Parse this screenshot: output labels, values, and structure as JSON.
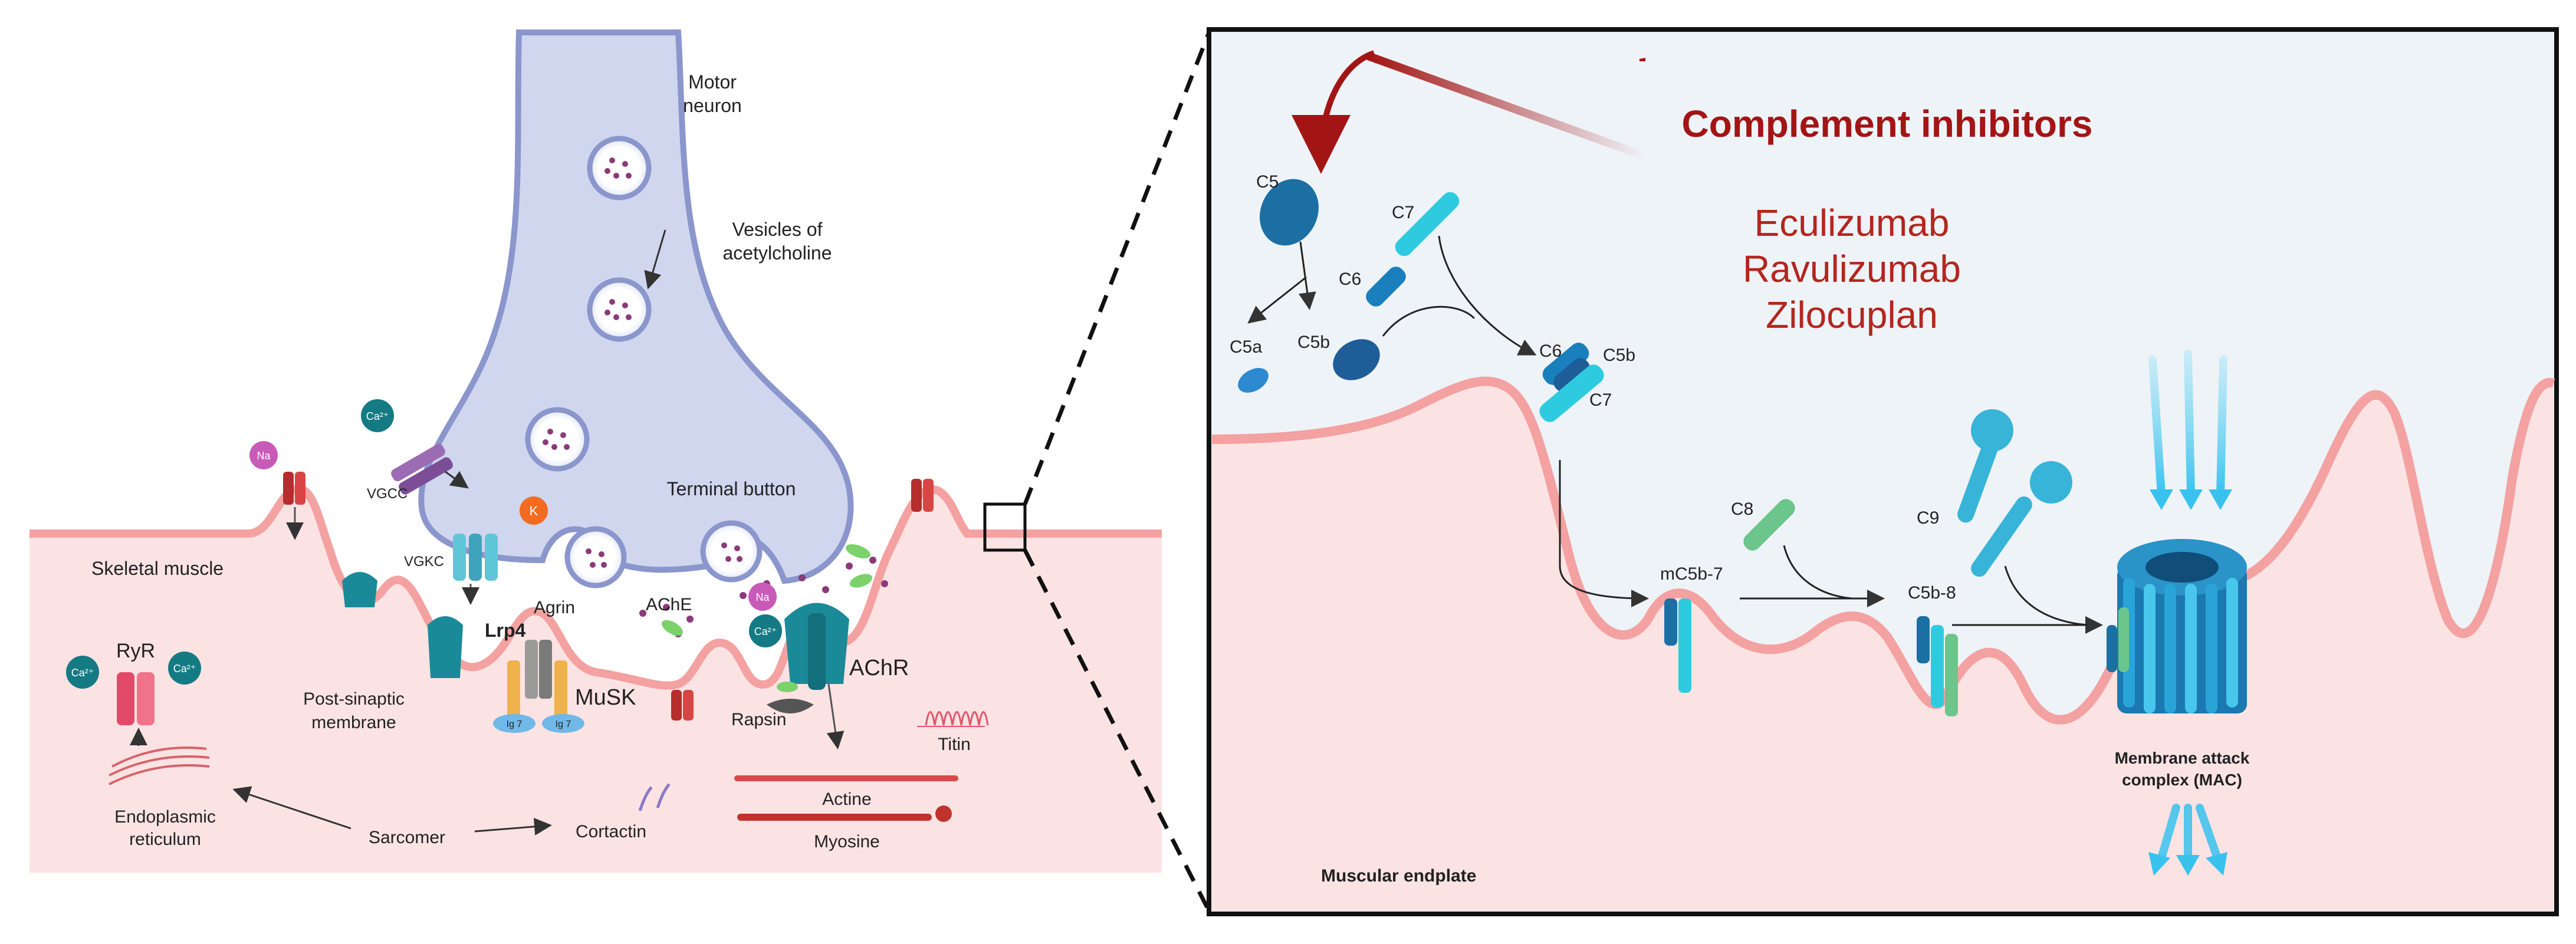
{
  "colors": {
    "muscle_fill": "#fce3e3",
    "membrane": "#f4a1a1",
    "neuron_fill": "#cfd6ee",
    "neuron_stroke": "#8a96cc",
    "panel_bg": "#eef3f8",
    "accent_red": "#a31515",
    "drug_red": "#b3261e",
    "teal": "#1a7f94",
    "cyan": "#4ec6e0",
    "green": "#6cc58a",
    "mac_blue": "#1b78b0"
  },
  "left_panel": {
    "motor_neuron": "Motor\nneuron",
    "vesicles": "Vesicles of\nacetylcholine",
    "terminal_button": "Terminal button",
    "skeletal_muscle": "Skeletal muscle",
    "vgcc": "VGCC",
    "vgkc": "VGKC",
    "k": "K",
    "na": "Na",
    "ca": "Ca²⁺",
    "agrin": "Agrin",
    "lrp4": "Lrp4",
    "musk": "MuSK",
    "ache": "AChE",
    "achr": "AChR",
    "rapsin": "Rapsin",
    "titin": "Titin",
    "actine": "Actine",
    "myosine": "Myosine",
    "ryr": "RyR",
    "post_synaptic": "Post-sinaptic\nmembrane",
    "er": "Endoplasmic\nreticulum",
    "sarcomer": "Sarcomer",
    "cortactin": "Cortactin",
    "ig": "Ig 7"
  },
  "right_panel": {
    "title": "Complement inhibitors",
    "drugs": [
      "Eculizumab",
      "Ravulizumab",
      "Zilocuplan"
    ],
    "c5": "C5",
    "c5a": "C5a",
    "c5b": "C5b",
    "c6": "C6",
    "c7": "C7",
    "c8": "C8",
    "c9": "C9",
    "mc5b7": "mC5b-7",
    "c5b8": "C5b-8",
    "mac": "Membrane attack\ncomplex (MAC)",
    "muscular_endplate": "Muscular endplate"
  }
}
